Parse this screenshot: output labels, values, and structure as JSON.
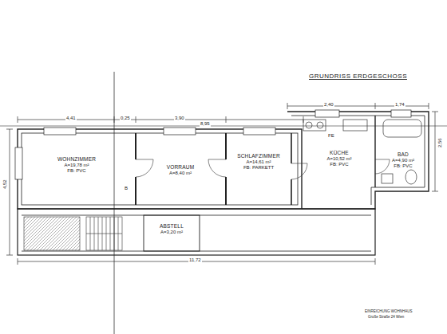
{
  "diagram": {
    "title": "GRUNDRISS ERDGESCHOSS",
    "nodes": [
      {
        "text": [
          "WOHNZIMMER",
          "A=19,78 m²",
          "FB: PVC"
        ]
      },
      {
        "text": [
          "VORRAUM",
          "A=8,40 m²"
        ]
      },
      {
        "text": [
          "SCHLAFZIMMER",
          "A=14,61 m²",
          "FB: PARKETT"
        ]
      },
      {
        "text": [
          "KÜCHE",
          "A=10,52 m²",
          "FB: PVC"
        ]
      },
      {
        "text": [
          "BAD",
          "A=4,90 m²",
          "FB: PVC"
        ]
      },
      {
        "text": [
          "ABSTELL",
          "A=3,20 m²"
        ]
      }
    ],
    "labels": [
      "4,41",
      "0,25",
      "3,90",
      "8,95",
      "2,40",
      "1,74",
      "11,72",
      "4,52",
      "2,56",
      "FE",
      "B",
      "EINREICHUNG WOHNHAUS",
      "Große Straße 24 Wien"
    ]
  }
}
